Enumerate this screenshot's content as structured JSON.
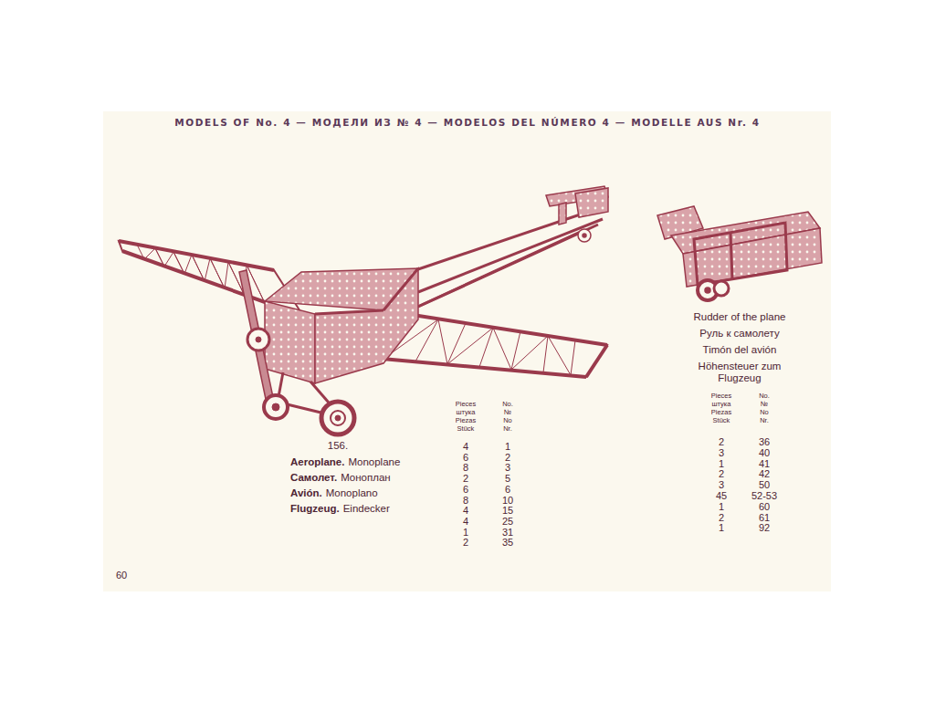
{
  "diagram": {
    "title": "MODELS OF No. 4 — МОДЕЛИ ИЗ № 4 — MODELOS DEL NÚMERO 4 — MODELLE AUS Nr. 4",
    "labels": [
      "156.",
      "Aeroplane.",
      "Monoplane",
      "Самолет.",
      "Моноплан",
      "Avión.",
      "Monoplano",
      "Flugzeug.",
      "Eindecker",
      "Pieces",
      "штука",
      "Piezas",
      "Stück",
      "No.",
      "№",
      "No",
      "Nr.",
      "4",
      "6",
      "8",
      "2",
      "6",
      "8",
      "4",
      "4",
      "1",
      "2",
      "1",
      "2",
      "3",
      "5",
      "6",
      "10",
      "15",
      "25",
      "31",
      "35",
      "Rudder of the plane",
      "Руль к самолету",
      "Timón del avión",
      "Höhensteuer zum Flugzeug",
      "Pieces",
      "штука",
      "Piezas",
      "Stück",
      "No.",
      "№",
      "No",
      "Nr.",
      "2",
      "3",
      "1",
      "2",
      "3",
      "45",
      "1",
      "2",
      "1",
      "36",
      "40",
      "41",
      "42",
      "50",
      "52-53",
      "60",
      "61",
      "92",
      "60"
    ]
  }
}
